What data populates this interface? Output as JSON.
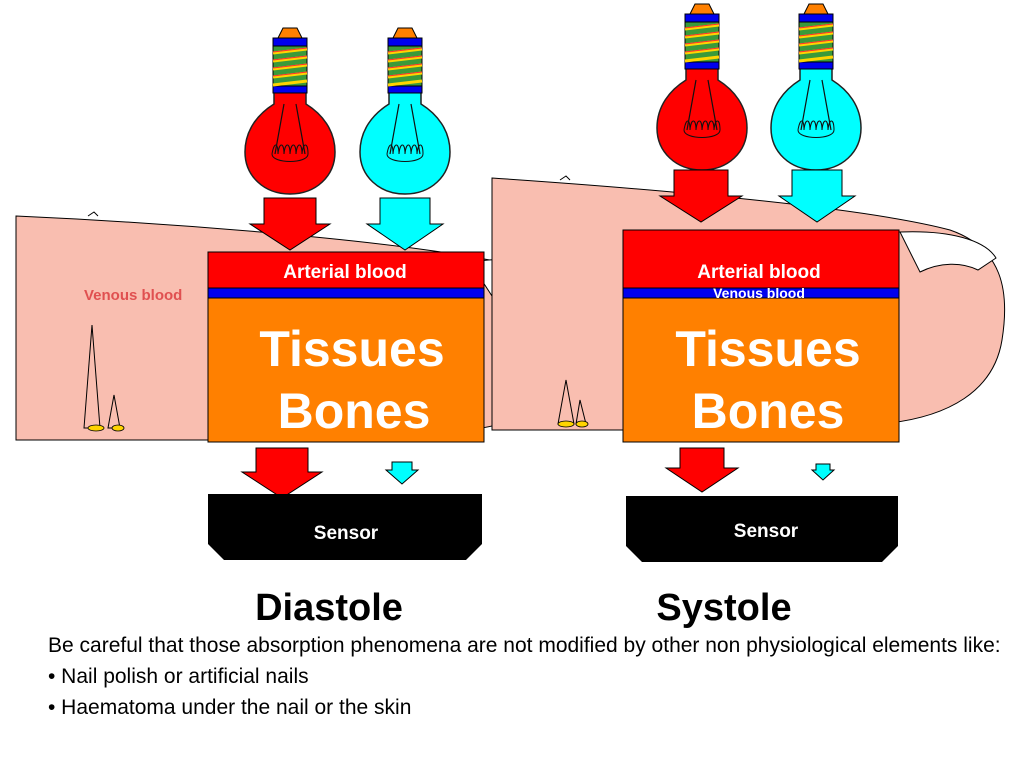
{
  "diastole": {
    "arterial_label": "Arterial blood",
    "venous_label": "Venous blood",
    "tissues_label": "Tissues",
    "bones_label": "Bones",
    "sensor_label": "Sensor",
    "phase_label": "Diastole"
  },
  "systole": {
    "arterial_label": "Arterial blood",
    "venous_label": "Venous blood",
    "tissues_label": "Tissues",
    "bones_label": "Bones",
    "sensor_label": "Sensor",
    "phase_label": "Systole"
  },
  "note": {
    "intro": "Be careful that those absorption phenomena are not modified by other non physiological elements like:",
    "items": [
      "• Nail polish or artificial nails",
      "• Haematoma under the nail or the skin"
    ]
  },
  "colors": {
    "arterial": "#ff0000",
    "venous": "#0000ee",
    "tissue": "#ff8000",
    "skin": "#f9beb0",
    "infrared": "#00ffff",
    "sensor": "#000000"
  },
  "icons": [
    "red-bulb-icon",
    "cyan-bulb-icon",
    "down-arrow-icon"
  ]
}
